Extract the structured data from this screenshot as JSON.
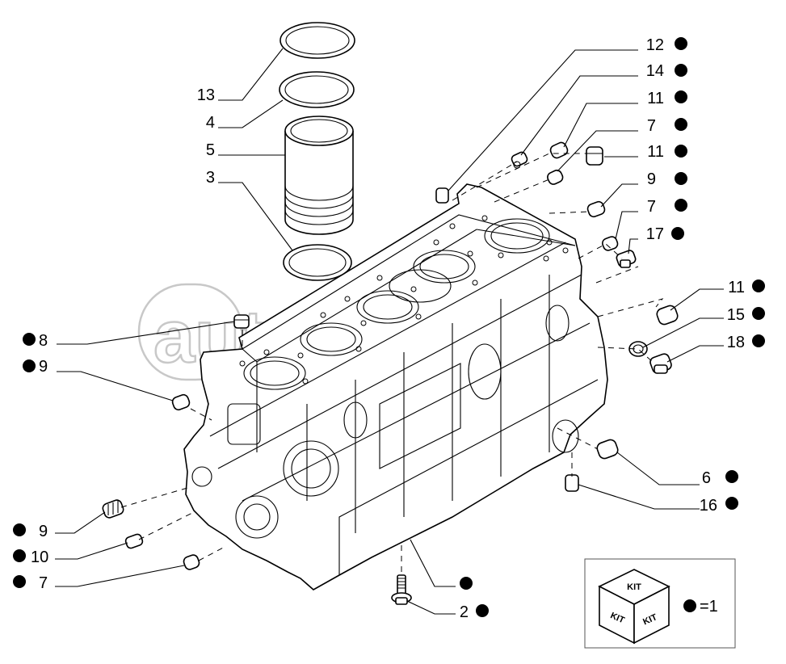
{
  "watermark": {
    "text": "autopiter.ru",
    "color": "#c8c8c8"
  },
  "dot_color": "#000000",
  "callouts": [
    {
      "id": "c12",
      "label": "12"
    },
    {
      "id": "c14",
      "label": "14"
    },
    {
      "id": "c11a",
      "label": "11"
    },
    {
      "id": "c7a",
      "label": "7"
    },
    {
      "id": "c11b",
      "label": "11"
    },
    {
      "id": "c9a",
      "label": "9"
    },
    {
      "id": "c7b",
      "label": "7"
    },
    {
      "id": "c17",
      "label": "17"
    },
    {
      "id": "c11c",
      "label": "11"
    },
    {
      "id": "c15",
      "label": "15"
    },
    {
      "id": "c18",
      "label": "18"
    },
    {
      "id": "c6",
      "label": "6"
    },
    {
      "id": "c16",
      "label": "16"
    },
    {
      "id": "c2",
      "label": "2"
    },
    {
      "id": "c13",
      "label": "13"
    },
    {
      "id": "c4",
      "label": "4"
    },
    {
      "id": "c5",
      "label": "5"
    },
    {
      "id": "c3",
      "label": "3"
    },
    {
      "id": "c8",
      "label": "8"
    },
    {
      "id": "c9b",
      "label": "9"
    },
    {
      "id": "c9c",
      "label": "9"
    },
    {
      "id": "c10",
      "label": "10"
    },
    {
      "id": "c7c",
      "label": "7"
    }
  ],
  "legend": {
    "box_label_top": "KIT",
    "box_label_left": "KIT",
    "box_label_right": "KIT",
    "equals": "=1"
  }
}
